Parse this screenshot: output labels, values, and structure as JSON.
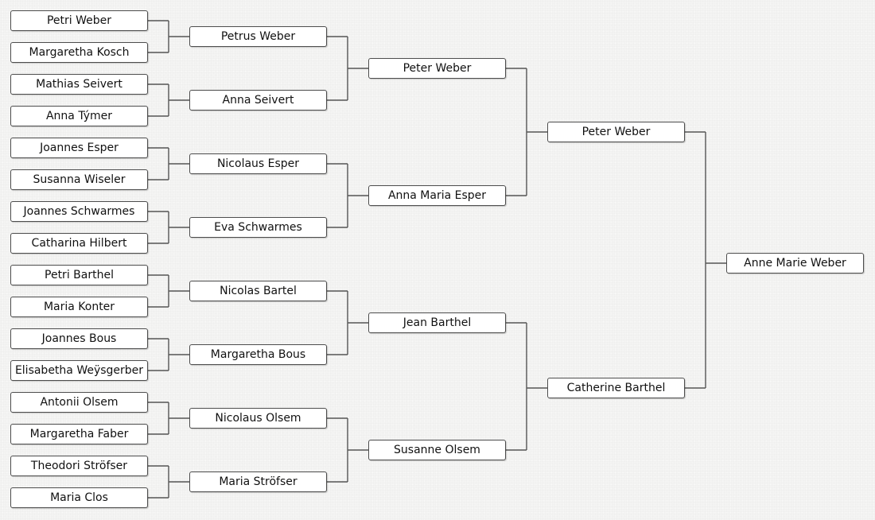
{
  "tree": {
    "generation_5": [
      "Petri Weber",
      "Margaretha Kosch",
      "Mathias Seivert",
      "Anna Týmer",
      "Joannes Esper",
      "Susanna Wiseler",
      "Joannes Schwarmes",
      "Catharina Hilbert",
      "Petri Barthel",
      "Maria Konter",
      "Joannes Bous",
      "Elisabetha Weÿsgerber",
      "Antonii Olsem",
      "Margaretha Faber",
      "Theodori Ströfser",
      "Maria Clos"
    ],
    "generation_4": [
      "Petrus Weber",
      "Anna Seivert",
      "Nicolaus Esper",
      "Eva Schwarmes",
      "Nicolas Bartel",
      "Margaretha Bous",
      "Nicolaus Olsem",
      "Maria Ströfser"
    ],
    "generation_3": [
      "Peter Weber",
      "Anna Maria Esper",
      "Jean Barthel",
      "Susanne Olsem"
    ],
    "generation_2": [
      "Peter Weber",
      "Catherine Barthel"
    ],
    "generation_1": [
      "Anne Marie Weber"
    ]
  }
}
